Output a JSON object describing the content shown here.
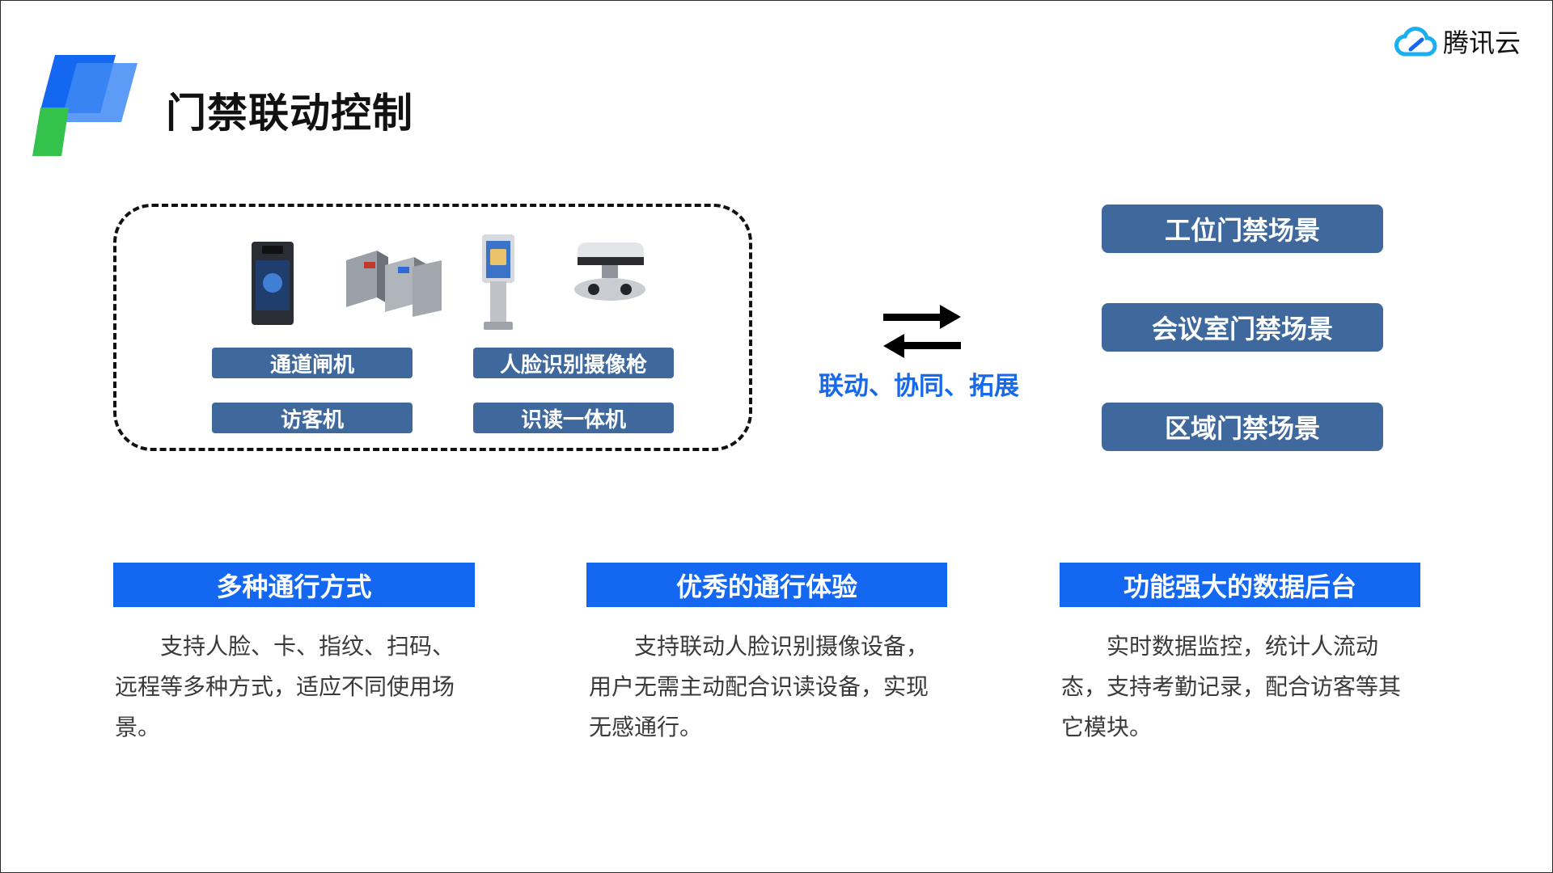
{
  "title": "门禁联动控制",
  "brand": {
    "name": "腾讯云",
    "icon": "tencent-cloud-icon"
  },
  "devices": {
    "labels": [
      "通道闸机",
      "人脸识别摄像枪",
      "访客机",
      "识读一体机"
    ],
    "images": [
      "face-recognition-terminal",
      "turnstile-gate",
      "kiosk-visitor-machine",
      "camera-device"
    ]
  },
  "link_text": "联动、协同、拓展",
  "scenarios": [
    "工位门禁场景",
    "会议室门禁场景",
    "区域门禁场景"
  ],
  "features": [
    {
      "title": "多种通行方式",
      "desc": "支持人脸、卡、指纹、扫码、远程等多种方式，适应不同使用场景。"
    },
    {
      "title": "优秀的通行体验",
      "desc": "支持联动人脸识别摄像设备，用户无需主动配合识读设备，实现无感通行。"
    },
    {
      "title": "功能强大的数据后台",
      "desc": "实时数据监控，统计人流动态，支持考勤记录，配合访客等其它模块。"
    }
  ],
  "colors": {
    "primary_blue": "#1467f0",
    "slate_blue": "#3f689c",
    "link_blue": "#1669ea",
    "logo_green": "#35c24c"
  }
}
